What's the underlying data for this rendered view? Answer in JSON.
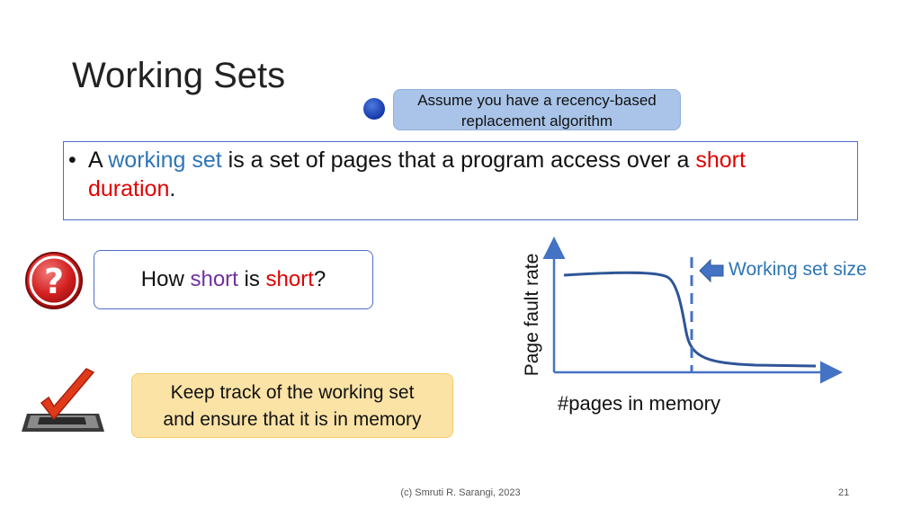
{
  "slide": {
    "title": "Working Sets",
    "callout": {
      "line1": "Assume you have a recency-based",
      "line2": "replacement algorithm"
    },
    "definition": {
      "bullet": "•",
      "p1": "A ",
      "term": "working set",
      "p2": " is a set of pages that a program access over a ",
      "short": "short",
      "duration": "duration",
      "end": "."
    },
    "question": {
      "p1": "How ",
      "w1": "short",
      "p2": " is ",
      "w2": "short",
      "p3": "?"
    },
    "keep": {
      "line1": "Keep track of the working set",
      "line2": "and ensure that it is in memory"
    },
    "footer": "(c) Smruti R. Sarangi, 2023",
    "page_number": "21"
  },
  "diagram": {
    "ylabel": "Page fault rate",
    "xlabel": "#pages in memory",
    "marker_label": "Working set size"
  },
  "colors": {
    "accent_blue": "#2e75b6",
    "emphasis_red": "#e00000",
    "emphasis_purple": "#7030a0",
    "curve": "#2f5597"
  }
}
